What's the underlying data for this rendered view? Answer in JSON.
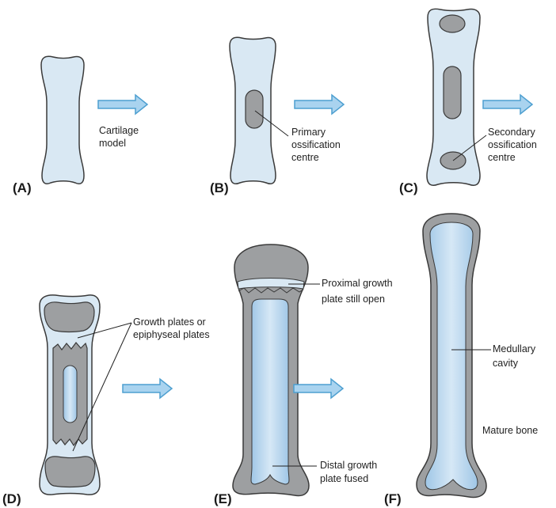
{
  "colors": {
    "cartilage": "#d9e8f3",
    "bone": "#9d9fa1",
    "bone_dark": "#8a8c8e",
    "marrow": "#bcd8ee",
    "arrow_fill": "#a9d3ef",
    "arrow_stroke": "#4d9fd0",
    "outline": "#3a3a3a"
  },
  "panels": {
    "a": "(A)",
    "b": "(B)",
    "c": "(C)",
    "d": "(D)",
    "e": "(E)",
    "f": "(F)"
  },
  "labels": {
    "cartilage_model": [
      "Cartilage",
      "model"
    ],
    "primary_centre": [
      "Primary",
      "ossification",
      "centre"
    ],
    "secondary_centre": [
      "Secondary",
      "ossification",
      "centre"
    ],
    "growth_plates": [
      "Growth plates or",
      "epiphyseal plates"
    ],
    "proximal_plate": [
      "Proximal growth",
      "plate still open"
    ],
    "distal_plate": [
      "Distal growth",
      "plate fused"
    ],
    "medullary_cavity": [
      "Medullary",
      "cavity"
    ],
    "mature_bone": "Mature bone"
  }
}
